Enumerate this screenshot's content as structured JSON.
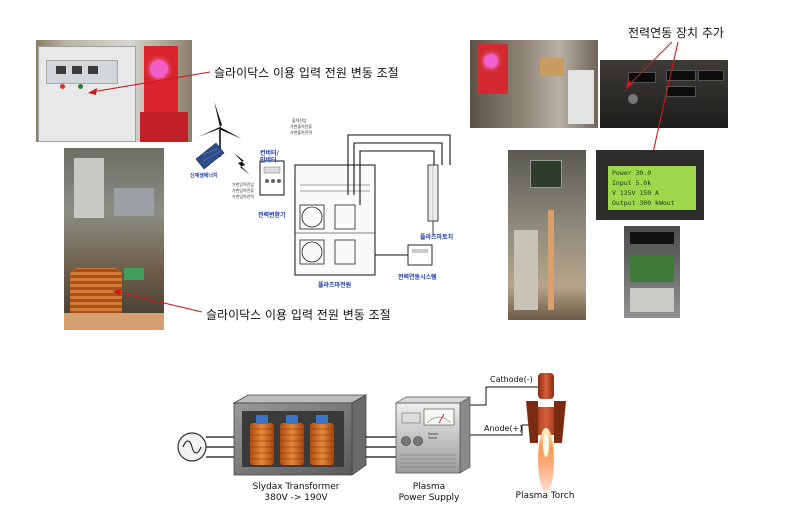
{
  "top": {
    "callout_left_upper": "슬라이닥스 이용 입력 전원 변동 조절",
    "callout_left_lower": "슬라이닥스 이용 입력 전원 변동 조절",
    "callout_right": "전력연동 장치 추가"
  },
  "schematic": {
    "solar_label": "신재생에너지",
    "converter_label": "컨버터/\n인버터",
    "transformer_label": "전력변환기",
    "power_supply_label": "플라즈마전원",
    "torch_label": "플라즈마토치",
    "link_system_label": "전력연동시스템",
    "top_notes": [
      "출력전압",
      "가변출력전류",
      "가변출력전력"
    ],
    "side_notes": [
      "가변입력전압",
      "가변입력전류",
      "가변입력전력"
    ]
  },
  "lcd": {
    "lines": [
      "Power   30.0",
      "Input   5.0k",
      "V  125V  150 A",
      "Output  300 kWout"
    ]
  },
  "bottom": {
    "transformer_label_line1": "Slydax Transformer",
    "transformer_label_line2": "380V -> 190V",
    "power_supply_label_line1": "Plasma",
    "power_supply_label_line2": "Power Supply",
    "power_supply_panel_text": "Power\nTorch",
    "torch_label": "Plasma Torch",
    "cathode_label": "Cathode(-)",
    "anode_label": "Anode(+)"
  },
  "colors": {
    "schematic_blue": "#1a3aa8",
    "callout_red": "#d01818",
    "lcd_green": "#9fd84a",
    "coil_orange": "#c8641e",
    "flame_orange": "#ff6a2a"
  }
}
